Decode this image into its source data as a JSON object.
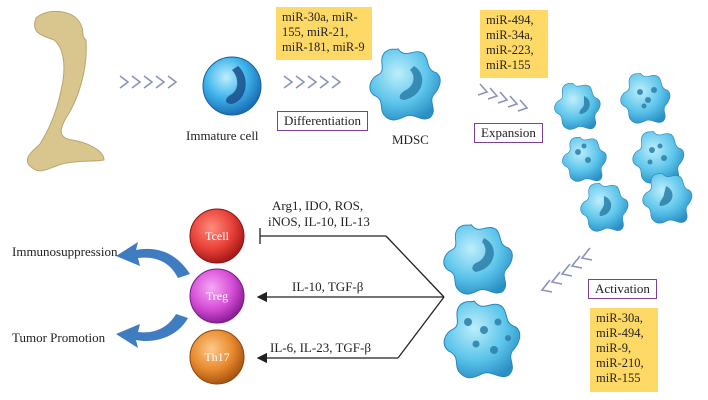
{
  "diagram": {
    "mirna_differentiation": [
      "miR-30a, miR-",
      "155, miR-21,",
      "miR-181, miR-9"
    ],
    "mirna_expansion": [
      "miR-494,",
      "miR-34a,",
      "miR-223,",
      "miR-155"
    ],
    "mirna_activation": [
      "miR-30a,",
      "miR-494,",
      "miR-9,",
      "miR-210,",
      "miR-155"
    ],
    "labels": {
      "immature_cell": "Immature cell",
      "differentiation": "Differentiation",
      "mdsc": "MDSC",
      "expansion": "Expansion",
      "activation": "Activation",
      "immunosuppression": "Immunosuppression",
      "tumor_promotion": "Tumor Promotion"
    },
    "cells": {
      "tcell": "Tcell",
      "treg": "Treg",
      "th17": "Th17"
    },
    "factors": {
      "tcell_line1": "Arg1, IDO, ROS,",
      "tcell_line2": "iNOS, IL-10, IL-13",
      "treg": "IL-10, TGF-β",
      "th17": "IL-6, IL-23, TGF-β"
    },
    "colors": {
      "mirna_box": "#ffd966",
      "label_border": "#7b3f9e",
      "mdsc_blue": "#5bc4ea",
      "tcell_red": "#e8413a",
      "treg_magenta": "#d64fd6",
      "th17_orange": "#e88a2e",
      "bone": "#d9c68f",
      "arrow_blue": "#3f7cc0",
      "chevron": "#8a93b8"
    }
  }
}
